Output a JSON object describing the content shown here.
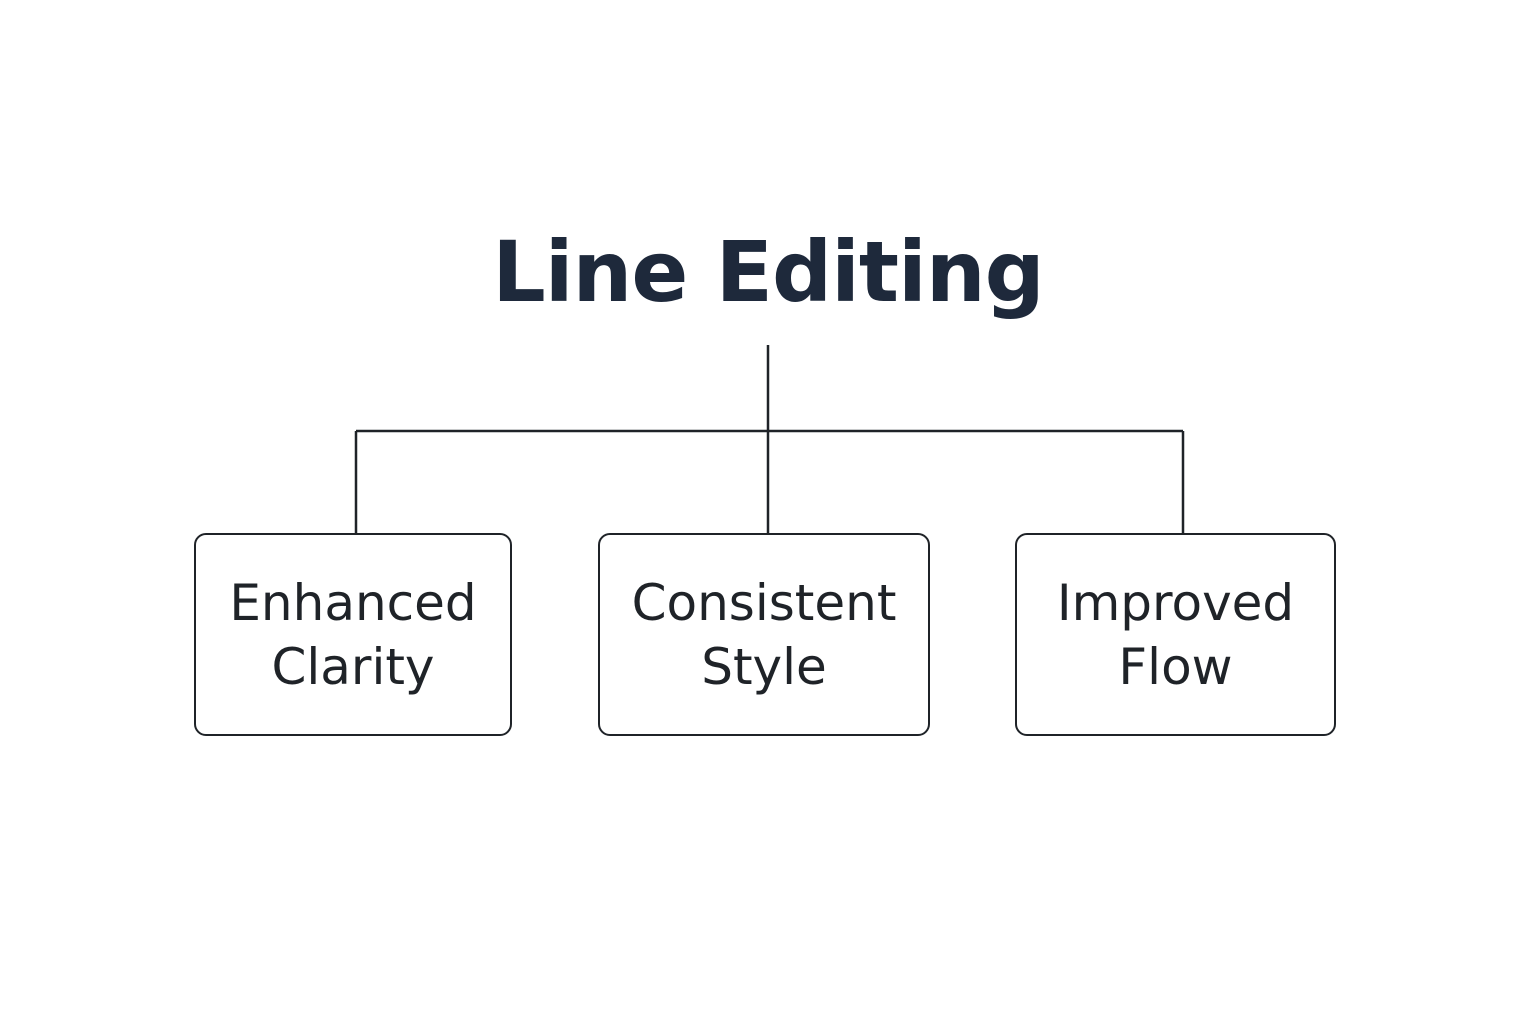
{
  "diagram": {
    "title": "Line Editing",
    "nodes": [
      {
        "label": "Enhanced\nClarity"
      },
      {
        "label": "Consistent\nStyle"
      },
      {
        "label": "Improved\nFlow"
      }
    ]
  },
  "colors": {
    "title": "#1e293b",
    "stroke": "#1f2328",
    "background": "#ffffff"
  }
}
